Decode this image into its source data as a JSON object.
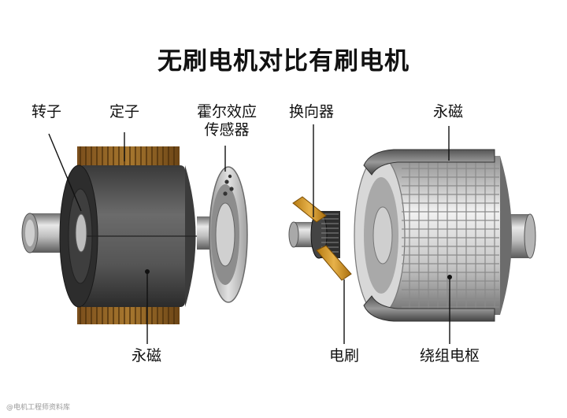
{
  "title": "无刷电机对比有刷电机",
  "brushless": {
    "rotor": "转子",
    "stator": "定子",
    "hall_sensor_line1": "霍尔效应",
    "hall_sensor_line2": "传感器",
    "magnet": "永磁"
  },
  "brushed": {
    "commutator": "换向器",
    "magnet": "永磁",
    "brush": "电刷",
    "armature": "绕组电枢"
  },
  "watermark": "@电机工程师资料库"
}
